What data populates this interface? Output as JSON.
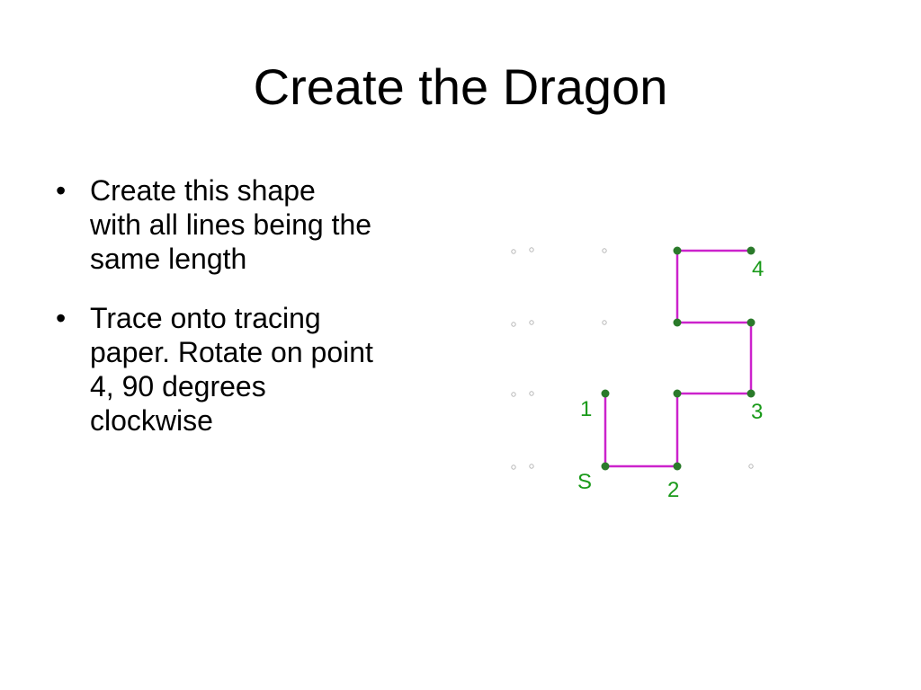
{
  "slide": {
    "title": "Create the Dragon",
    "bullets": [
      {
        "lines": [
          "Create this shape",
          "with all lines being the",
          "same length"
        ]
      },
      {
        "lines": [
          "Trace onto tracing",
          "paper. Rotate on point",
          "4, 90 degrees",
          "clockwise"
        ]
      }
    ]
  },
  "figure": {
    "line_color": "#cc22cc",
    "point_color": "#2a7a2a",
    "label_color": "#1a9a1a",
    "grid_dot_color": "#b8b8b8",
    "labels": {
      "start": "S",
      "p1": "1",
      "p2": "2",
      "p3": "3",
      "p4": "4"
    }
  }
}
